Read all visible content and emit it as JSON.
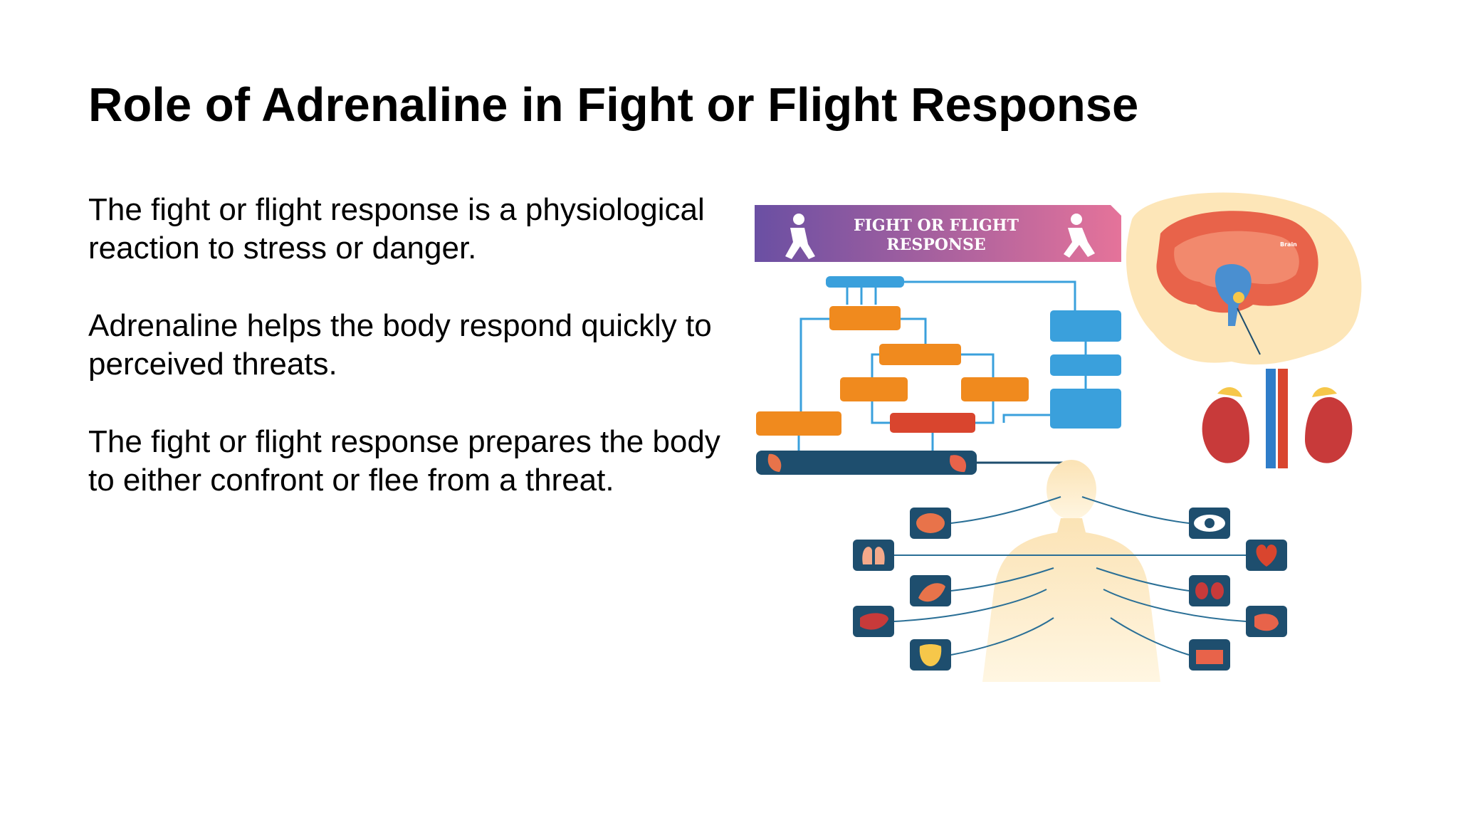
{
  "slide": {
    "title": "Role of Adrenaline in Fight or Flight Response",
    "paragraphs": [
      "The fight or flight response is a physiological reaction to stress or danger.",
      "Adrenaline helps the body respond quickly to perceived threats.",
      "The fight or flight response prepares the body to either confront or flee from a threat."
    ]
  },
  "infographic": {
    "banner_line1": "FIGHT OR FLIGHT",
    "banner_line2": "RESPONSE",
    "brain_label": "Brain",
    "colors": {
      "banner_left": "#6a4fa3",
      "banner_right": "#e5739a",
      "flow_blue": "#3aa0dc",
      "flow_orange": "#f08a1e",
      "flow_red": "#d9452e",
      "body_silhouette": "#fbe3b5",
      "icon_bg": "#1e4e6e"
    },
    "icons": [
      "runner-icon",
      "brain-icon",
      "lungs-icon",
      "muscle-icon",
      "liver-icon",
      "bladder-icon",
      "eye-icon",
      "heart-icon",
      "kidneys-icon",
      "stomach-icon",
      "hair-icon"
    ]
  }
}
